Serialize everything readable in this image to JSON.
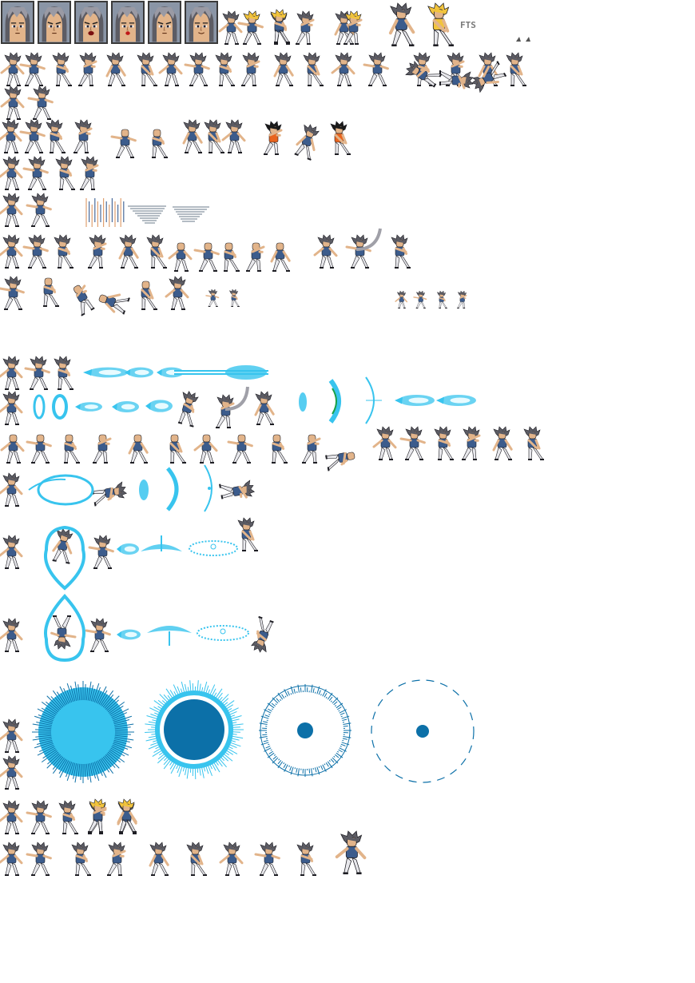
{
  "sheet": {
    "watermark": "FTS",
    "colors": {
      "hair": "#5c5c64",
      "hair_light": "#9a9aa4",
      "skin": "#e2b48a",
      "shirt": "#3c5c8c",
      "pants": "#e8e8ec",
      "outline": "#1e1e24",
      "gold_hair": "#f2c43c",
      "energy": "#38c4ee",
      "energy_dark": "#0c70a8",
      "orange_gi": "#e8641e",
      "portrait_bg": "#8a95a6"
    },
    "portraits": [
      {
        "expression": "neutral"
      },
      {
        "expression": "angry"
      },
      {
        "expression": "shout"
      },
      {
        "expression": "hurt"
      },
      {
        "expression": "determined"
      },
      {
        "expression": "smile"
      }
    ]
  }
}
